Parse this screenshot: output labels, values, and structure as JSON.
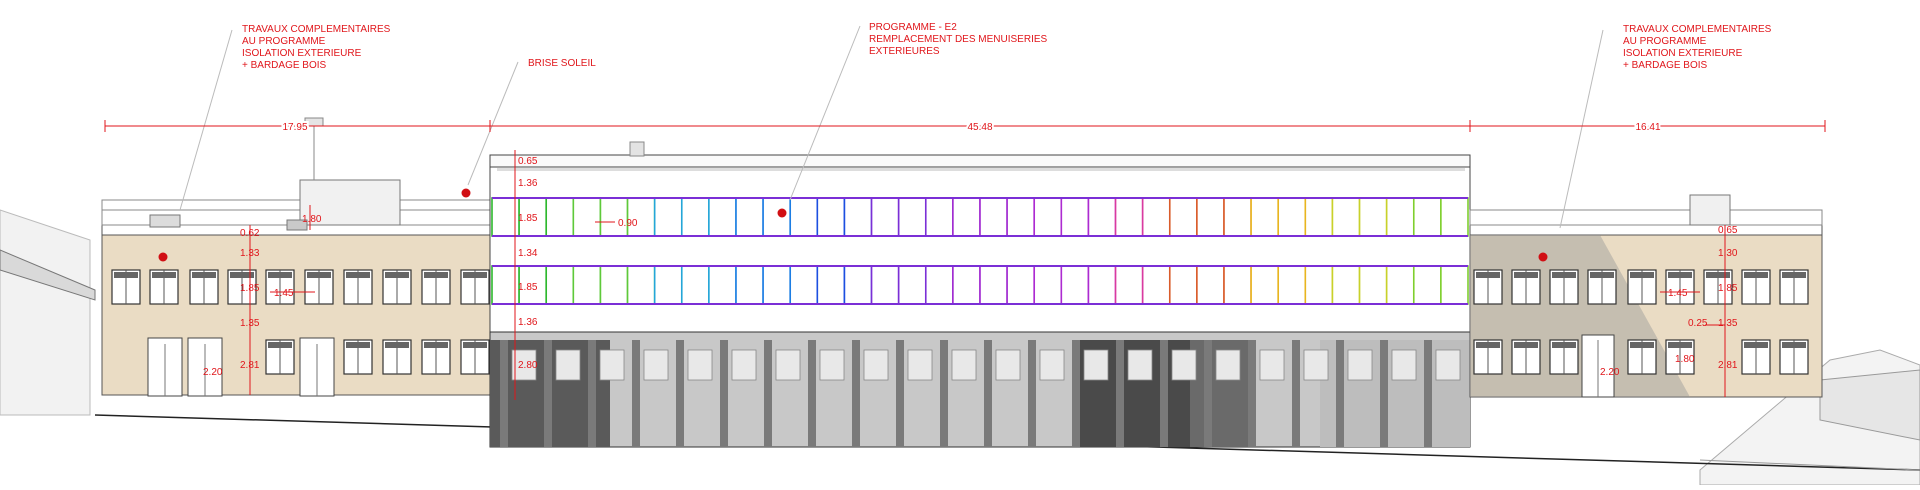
{
  "annotations": {
    "left": {
      "lines": [
        "TRAVAUX COMPLEMENTAIRES",
        "AU PROGRAMME",
        "ISOLATION EXTERIEURE",
        "+ BARDAGE BOIS"
      ]
    },
    "brise": {
      "lines": [
        "BRISE SOLEIL"
      ]
    },
    "center": {
      "lines": [
        "PROGRAMME - E2",
        "REMPLACEMENT DES MENUISERIES",
        "EXTERIEURES"
      ]
    },
    "right": {
      "lines": [
        "TRAVAUX COMPLEMENTAIRES",
        "AU PROGRAMME",
        "ISOLATION EXTERIEURE",
        "+ BARDAGE BOIS"
      ]
    }
  },
  "overall_dims": {
    "left": "17.95",
    "center": "45.48",
    "right": "16.41"
  },
  "left_wing_dims": {
    "top_parapet": "0.62",
    "rooftop": "1.80",
    "level1": "1.33",
    "win_h": "1.85",
    "win_w": "1.45",
    "sill": "1.35",
    "door": "2.20",
    "ground": "2.81"
  },
  "center_dims": {
    "parapet": "0.65",
    "band1": "1.36",
    "win1": "1.85",
    "pier": "0.90",
    "band2": "1.34",
    "win2": "1.85",
    "band3": "1.36",
    "ground": "2.80"
  },
  "right_wing_dims": {
    "top_parapet": "0.65",
    "level1": "1.30",
    "win_h": "1.85",
    "win_w": "1.45",
    "sill": "1.35",
    "offset": "0.25",
    "win_low": "1.80",
    "door": "2.20",
    "ground": "2.81"
  },
  "colors": {
    "annotation_red": "#e0161b",
    "wood_cladding": "#eadcc4",
    "shadow_gray": "#9a9a9a",
    "window_rainbow": [
      "#2db82d",
      "#5ec93a",
      "#24a6d8",
      "#1c7de3",
      "#1d4fe0",
      "#7b2fd6",
      "#a12ad0",
      "#ad2bd1",
      "#d93aa0",
      "#d95c2a",
      "#e8b51f",
      "#c8d12a",
      "#7fcf2e"
    ]
  }
}
